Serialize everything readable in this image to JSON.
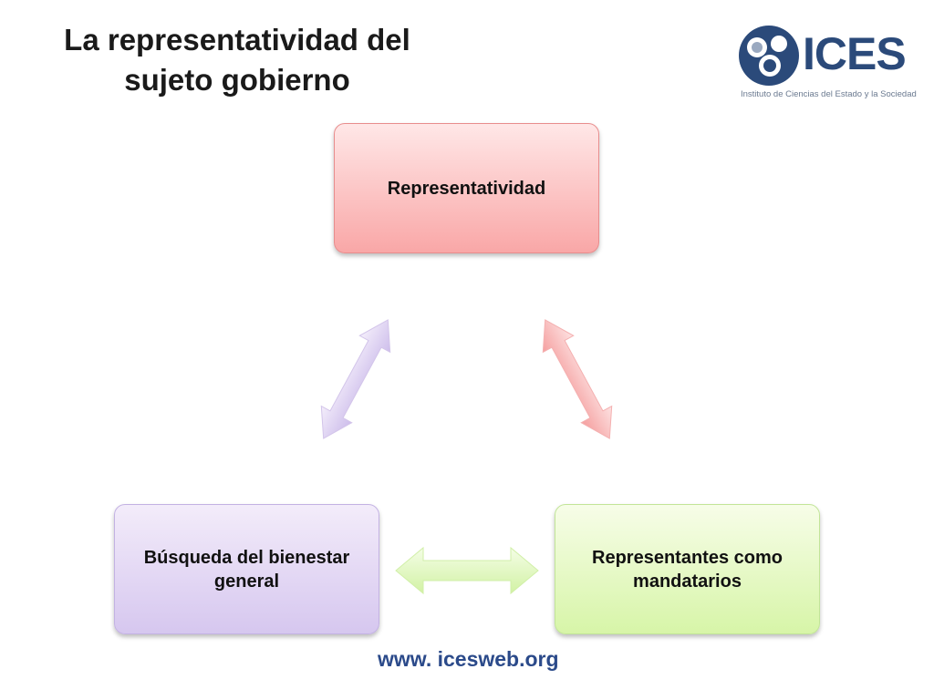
{
  "slide": {
    "title_line1": "La representatividad del",
    "title_line2": "sujeto gobierno"
  },
  "logo": {
    "name": "ICES",
    "subtitle": "Instituto de Ciencias del Estado y la Sociedad",
    "icon": "ices-circles-logo-icon",
    "color": "#2b4a7a"
  },
  "diagram": {
    "nodes": [
      {
        "id": "top",
        "label": "Representatividad",
        "color": "#f9a7a7"
      },
      {
        "id": "left",
        "label": "Búsqueda del bienestar general",
        "color": "#d6c7ef"
      },
      {
        "id": "right",
        "label": "Representantes como mandatarios",
        "color": "#d7f5a8"
      }
    ],
    "connections": [
      {
        "from": "top",
        "to": "right",
        "type": "double-arrow",
        "color": "#f7a9a9"
      },
      {
        "from": "left",
        "to": "top",
        "type": "double-arrow",
        "color": "#d6c7ef"
      },
      {
        "from": "left",
        "to": "right",
        "type": "double-arrow",
        "color": "#d7f5a8"
      }
    ]
  },
  "footer": {
    "url": "www. icesweb.org"
  }
}
